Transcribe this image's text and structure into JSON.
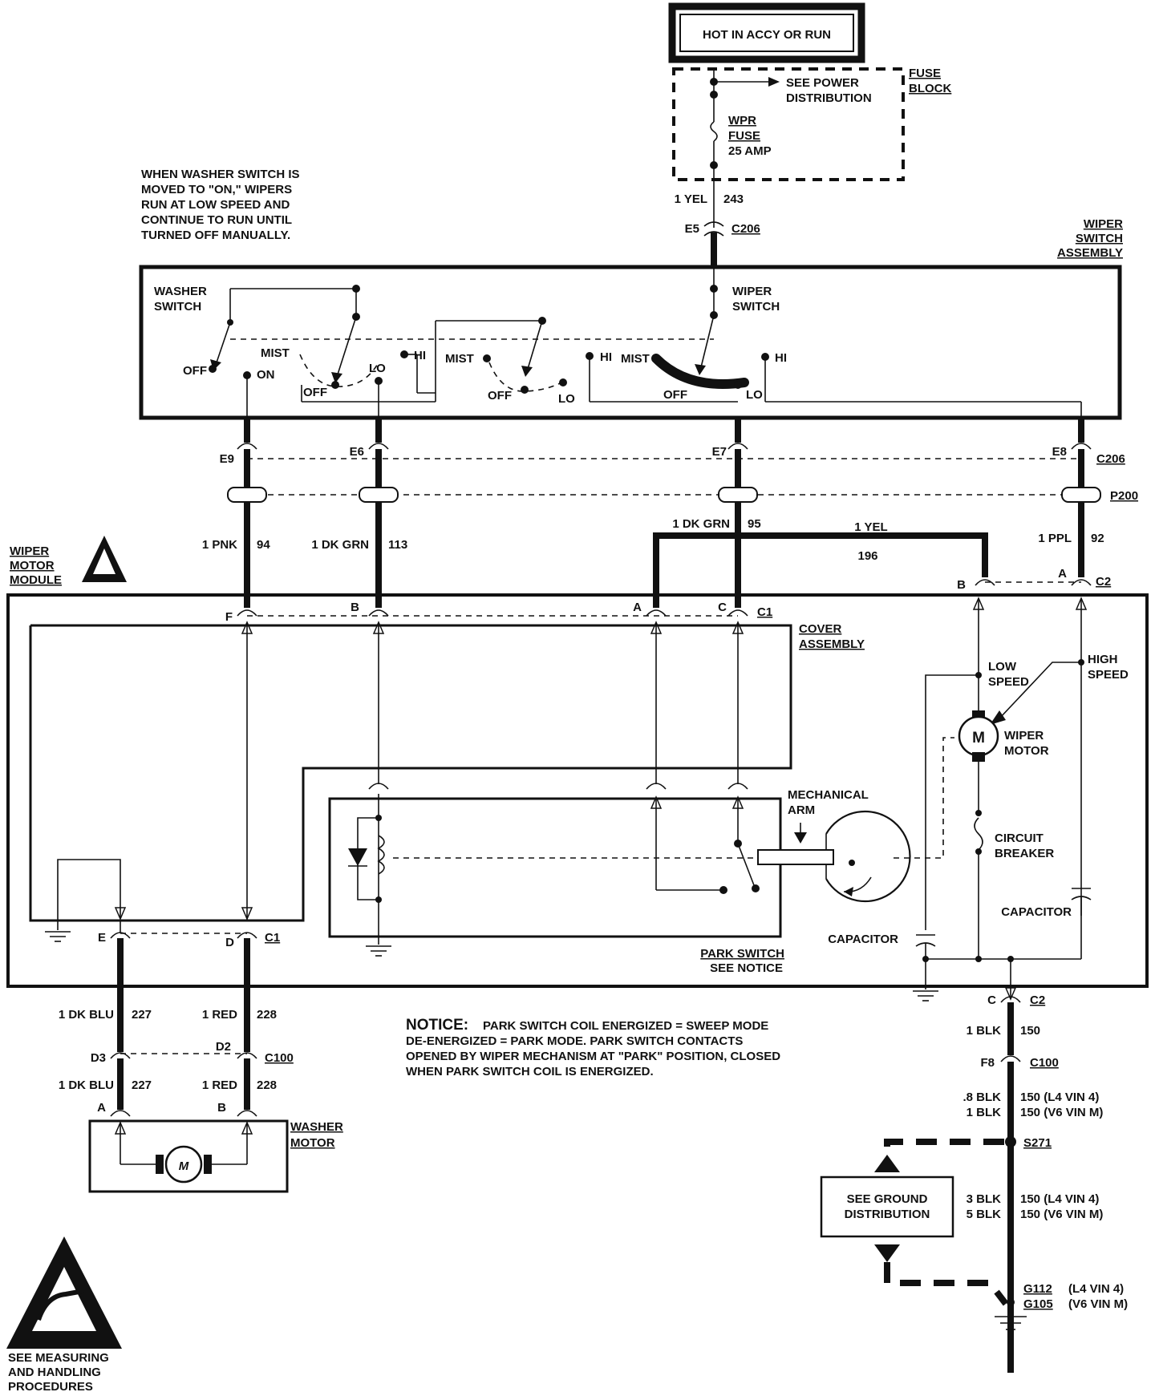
{
  "power": {
    "hot_label": "HOT IN ACCY OR RUN"
  },
  "fuse_block": {
    "title_1": "FUSE",
    "title_2": "BLOCK",
    "see_power_1": "SEE POWER",
    "see_power_2": "DISTRIBUTION",
    "fuse_1": "WPR",
    "fuse_2": "FUSE",
    "fuse_3": "25 AMP"
  },
  "note": {
    "line1": "WHEN WASHER SWITCH IS",
    "line2": "MOVED TO \"ON,\" WIPERS",
    "line3": "RUN AT LOW SPEED AND",
    "line4": "CONTINUE TO RUN UNTIL",
    "line5": "TURNED OFF MANUALLY."
  },
  "wire_243": {
    "color": "1 YEL",
    "circuit": "243",
    "pin": "E5",
    "connector": "C206"
  },
  "switch_assembly": {
    "title_1": "WIPER",
    "title_2": "SWITCH",
    "title_3": "ASSEMBLY",
    "washer_1": "WASHER",
    "washer_2": "SWITCH",
    "wiper_1": "WIPER",
    "wiper_2": "SWITCH",
    "off": "OFF",
    "on": "ON",
    "mist": "MIST",
    "lo": "LO",
    "hi": "HI"
  },
  "c206_pins": {
    "e9": "E9",
    "e6": "E6",
    "e7": "E7",
    "e8": "E8",
    "connector": "C206",
    "grommet": "P200"
  },
  "wires": {
    "pnk_color": "1 PNK",
    "pnk_circuit": "94",
    "dkgrn113_color": "1 DK GRN",
    "dkgrn113_circuit": "113",
    "dkgrn95_color": "1 DK GRN",
    "dkgrn95_circuit": "95",
    "yel_color": "1 YEL",
    "yel_circuit": "196",
    "ppl_color": "1 PPL",
    "ppl_circuit": "92"
  },
  "module": {
    "title_1": "WIPER",
    "title_2": "MOTOR",
    "title_3": "MODULE",
    "pin_f": "F",
    "pin_b": "B",
    "pin_a": "A",
    "pin_c": "C",
    "c1": "C1",
    "pin_b2": "B",
    "pin_a2": "A",
    "c2": "C2",
    "cover_1": "COVER",
    "cover_2": "ASSEMBLY",
    "low_1": "LOW",
    "low_2": "SPEED",
    "high_1": "HIGH",
    "high_2": "SPEED",
    "motor_symbol": "M",
    "motor_1": "WIPER",
    "motor_2": "MOTOR",
    "cb_1": "CIRCUIT",
    "cb_2": "BREAKER",
    "capacitor_right": "CAPACITOR",
    "capacitor_left": "CAPACITOR",
    "mech_1": "MECHANICAL",
    "mech_2": "ARM",
    "park_1": "PARK SWITCH",
    "park_2": "SEE NOTICE",
    "pin_e": "E",
    "pin_d": "D",
    "c1b": "C1",
    "pin_c2": "C",
    "c2b": "C2"
  },
  "washer": {
    "blu_color": "1 DK BLU",
    "blu_circuit": "227",
    "red_color": "1 RED",
    "red_circuit": "228",
    "d3": "D3",
    "d2": "D2",
    "c100": "C100",
    "pin_a": "A",
    "pin_b": "B",
    "motor_symbol": "M",
    "title_1": "WASHER",
    "title_2": "MOTOR"
  },
  "notice": {
    "heading": "NOTICE:",
    "line1": "PARK SWITCH COIL ENERGIZED = SWEEP MODE",
    "line2": "DE-ENERGIZED = PARK MODE.  PARK SWITCH CONTACTS",
    "line3": "OPENED BY WIPER MECHANISM AT \"PARK\" POSITION, CLOSED",
    "line4": "WHEN PARK SWITCH COIL IS ENERGIZED."
  },
  "ground": {
    "blk_color": "1 BLK",
    "blk_circuit": "150",
    "f8": "F8",
    "c100": "C100",
    "w1_color": ".8 BLK",
    "w1_label": "150  (L4  VIN 4)",
    "w2_color": "1 BLK",
    "w2_label": "150  (V6  VIN M)",
    "splice": "S271",
    "see_1": "SEE GROUND",
    "see_2": "DISTRIBUTION",
    "w3_color": "3 BLK",
    "w3_label": "150  (L4  VIN 4)",
    "w4_color": "5 BLK",
    "w4_label": "150  (V6  VIN M)",
    "g1": "G112",
    "g1_label": "(L4  VIN 4)",
    "g2": "G105",
    "g2_label": "(V6  VIN M)"
  },
  "esd": {
    "line1": "SEE MEASURING",
    "line2": "AND HANDLING",
    "line3": "PROCEDURES"
  }
}
